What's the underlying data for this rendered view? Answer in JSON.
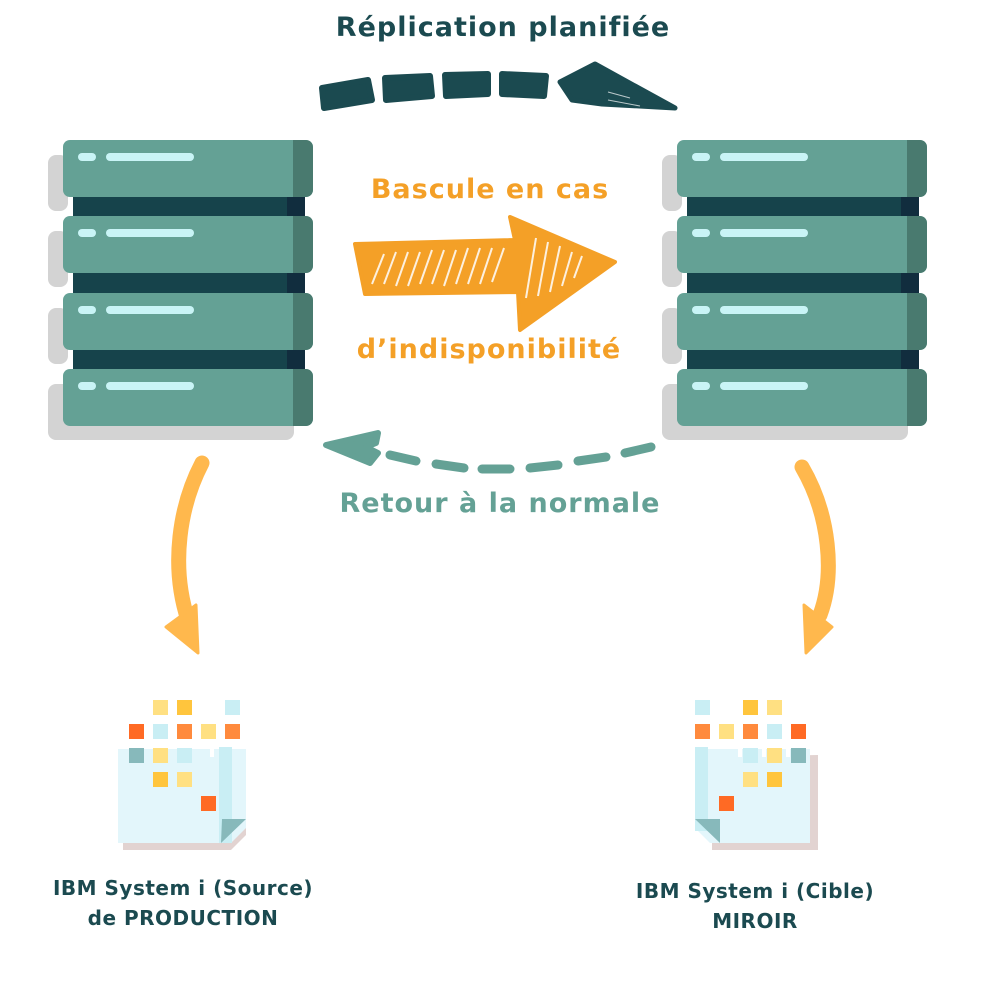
{
  "diagram": {
    "title": "Réplication planifiée",
    "failover_label": {
      "line1": "Bascule en cas",
      "line2": "d’indisponibilité"
    },
    "return_label": "Retour à la normale",
    "source": {
      "line1": "IBM System i (Source)",
      "line2": "de PRODUCTION",
      "server_units": 4
    },
    "target": {
      "line1": "IBM System i (Cible)",
      "line2": "MIROIR",
      "server_units": 4
    },
    "arrows": [
      {
        "name": "replication-arrow",
        "from": "source",
        "to": "target",
        "style": "dashed",
        "color": "#1b4a50"
      },
      {
        "name": "failover-arrow",
        "from": "source",
        "to": "target",
        "style": "sketched",
        "color": "#f4a027"
      },
      {
        "name": "return-arrow",
        "from": "target",
        "to": "source",
        "style": "dashed",
        "color": "#64a195"
      },
      {
        "name": "source-to-data-arrow",
        "from": "source-server",
        "to": "source-data",
        "style": "curved",
        "color": "#ffb84d"
      },
      {
        "name": "target-to-data-arrow",
        "from": "target-server",
        "to": "target-data",
        "style": "curved",
        "color": "#ffb84d"
      }
    ],
    "colors": {
      "dark_teal": "#1b4a50",
      "teal": "#64a195",
      "orange": "#f4a027",
      "light_orange": "#ffb84d",
      "led": "#c9f4f6",
      "shelf_edge": "#497a6f",
      "connector": "#16434b"
    }
  }
}
